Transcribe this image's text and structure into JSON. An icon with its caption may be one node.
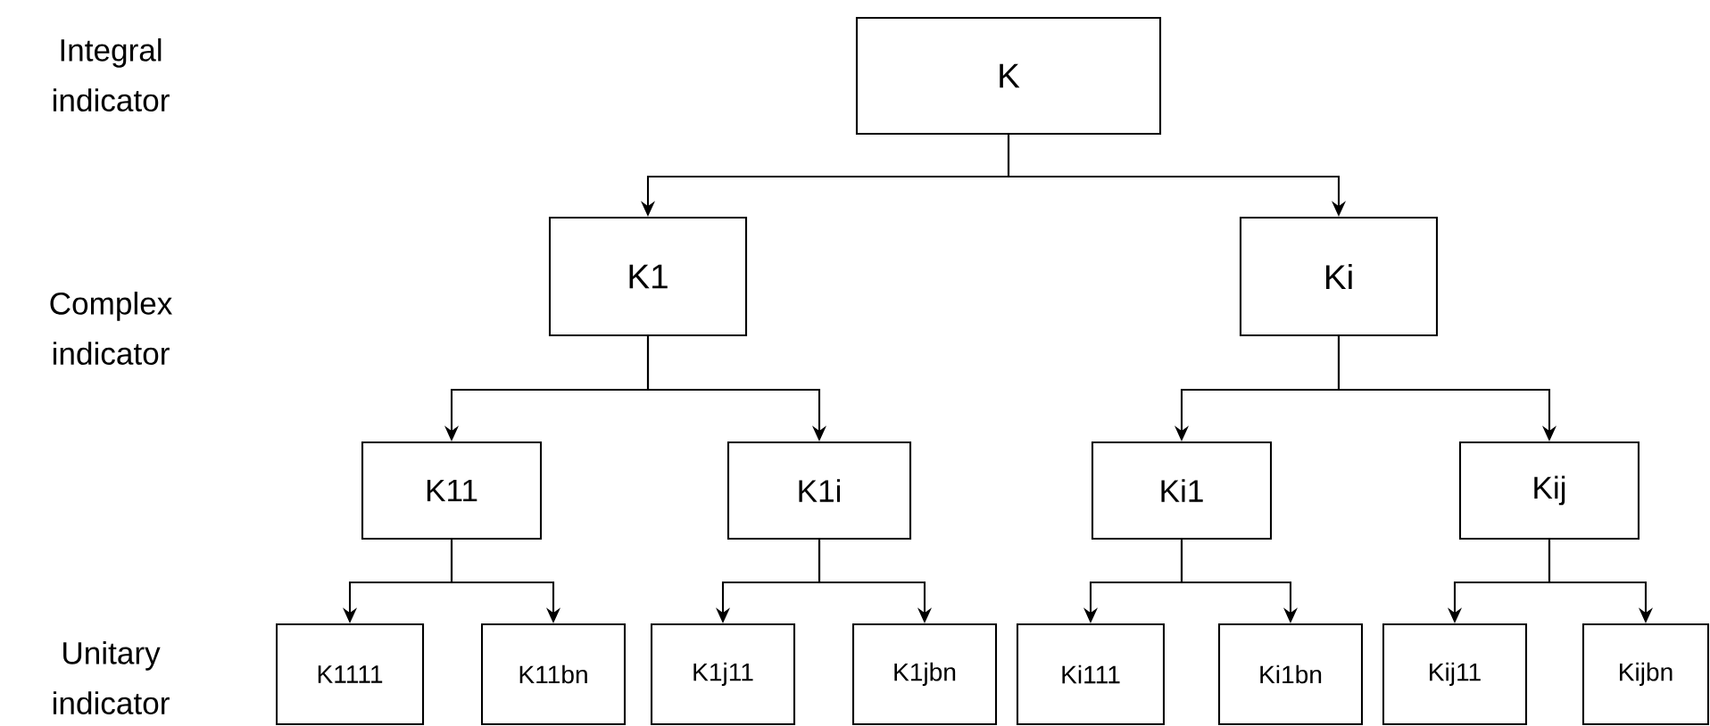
{
  "diagram": {
    "nodes": [
      {
        "text": [
          "K"
        ]
      },
      {
        "text": [
          "K1"
        ]
      },
      {
        "text": [
          "Ki"
        ]
      },
      {
        "text": [
          "K11"
        ]
      },
      {
        "text": [
          "K1i"
        ]
      },
      {
        "text": [
          "Ki1"
        ]
      },
      {
        "text": [
          "Kij"
        ]
      },
      {
        "text": [
          "K1111"
        ]
      },
      {
        "text": [
          "K11bn"
        ]
      },
      {
        "text": [
          "K1j11"
        ]
      },
      {
        "text": [
          "K1jbn"
        ]
      },
      {
        "text": [
          "Ki111"
        ]
      },
      {
        "text": [
          "Ki1bn"
        ]
      },
      {
        "text": [
          "Kij11"
        ]
      },
      {
        "text": [
          "Kijbn"
        ]
      }
    ],
    "edges": [
      {
        "from": 0,
        "to": 1,
        "arrow": "to"
      },
      {
        "from": 0,
        "to": 2,
        "arrow": "to"
      },
      {
        "from": 1,
        "to": 3,
        "arrow": "to"
      },
      {
        "from": 1,
        "to": 4,
        "arrow": "to"
      },
      {
        "from": 2,
        "to": 5,
        "arrow": "to"
      },
      {
        "from": 2,
        "to": 6,
        "arrow": "to"
      },
      {
        "from": 3,
        "to": 7,
        "arrow": "to"
      },
      {
        "from": 3,
        "to": 8,
        "arrow": "to"
      },
      {
        "from": 4,
        "to": 9,
        "arrow": "to"
      },
      {
        "from": 4,
        "to": 10,
        "arrow": "to"
      },
      {
        "from": 5,
        "to": 11,
        "arrow": "to"
      },
      {
        "from": 5,
        "to": 12,
        "arrow": "to"
      },
      {
        "from": 6,
        "to": 13,
        "arrow": "to"
      },
      {
        "from": 6,
        "to": 14,
        "arrow": "to"
      }
    ],
    "labels": [
      "Integral indicator",
      "Complex indicator",
      "Unitary indicator"
    ]
  }
}
